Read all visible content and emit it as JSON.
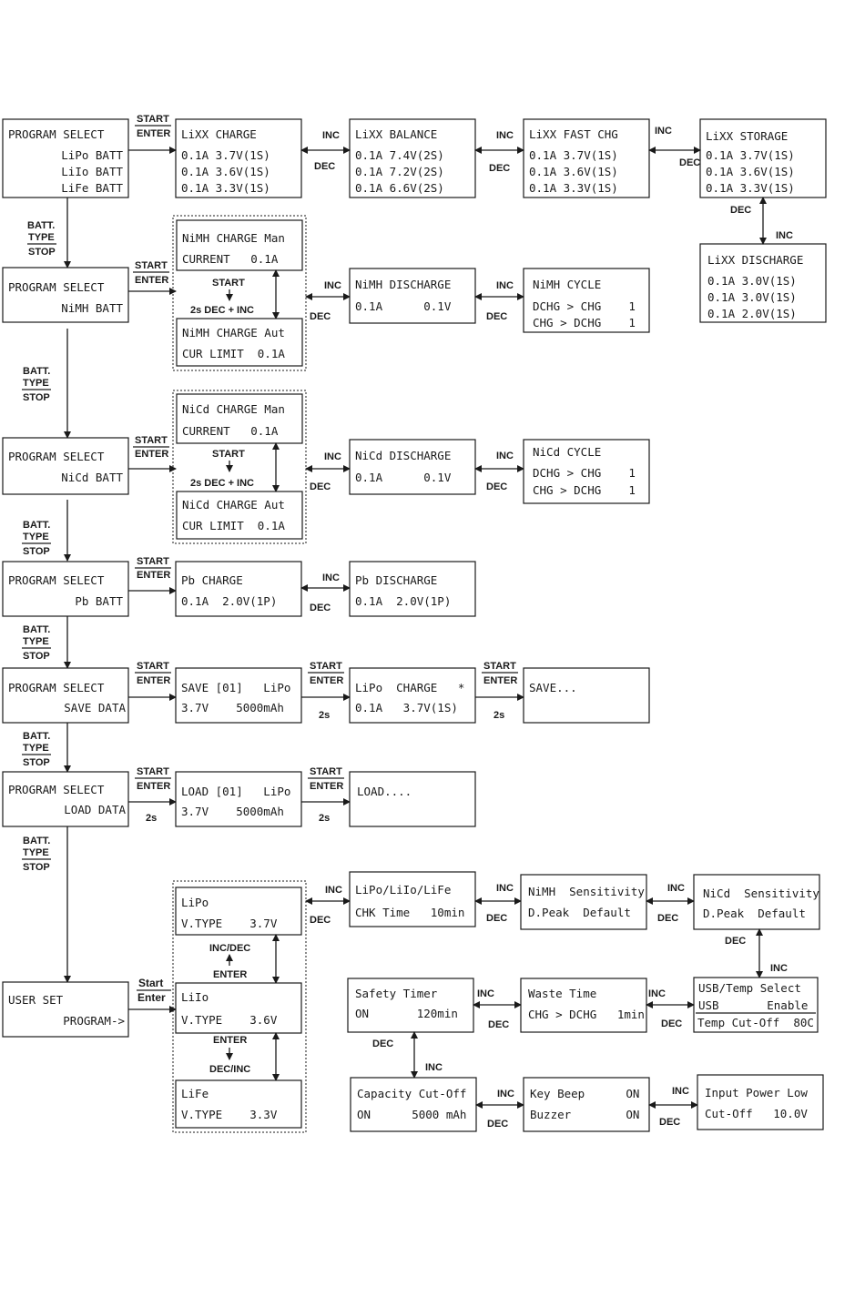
{
  "labels": {
    "start": "START",
    "enter": "ENTER",
    "inc": "INC",
    "dec": "DEC",
    "two_s": "2s",
    "batt": "BATT.",
    "type": "TYPE",
    "stop": "STOP",
    "dec_inc_2s": "2s DEC + INC",
    "start_title": "Start",
    "enter_title": "Enter",
    "inc_dec": "INC/DEC",
    "dec_inc": "DEC/INC"
  },
  "screens": {
    "ps_lixx": {
      "line1": "PROGRAM SELECT",
      "line2": "LiPo BATT",
      "line3": "LiIo BATT",
      "line4": "LiFe BATT"
    },
    "lixx_charge": {
      "line1": "LiXX CHARGE",
      "line2": "0.1A 3.7V(1S)",
      "line3": "0.1A 3.6V(1S)",
      "line4": "0.1A 3.3V(1S)"
    },
    "lixx_balance": {
      "line1": "LiXX BALANCE",
      "line2": "0.1A 7.4V(2S)",
      "line3": "0.1A 7.2V(2S)",
      "line4": "0.1A 6.6V(2S)"
    },
    "lixx_fast": {
      "line1": "LiXX FAST CHG",
      "line2": "0.1A 3.7V(1S)",
      "line3": "0.1A 3.6V(1S)",
      "line4": "0.1A 3.3V(1S)"
    },
    "lixx_storage": {
      "line1": "LiXX STORAGE",
      "line2": "0.1A 3.7V(1S)",
      "line3": "0.1A 3.6V(1S)",
      "line4": "0.1A 3.3V(1S)"
    },
    "lixx_discharge": {
      "line1": "LiXX DISCHARGE",
      "line2": "0.1A 3.0V(1S)",
      "line3": "0.1A 3.0V(1S)",
      "line4": "0.1A 2.0V(1S)"
    },
    "ps_nimh": {
      "line1": "PROGRAM SELECT",
      "line2": "NiMH BATT"
    },
    "nimh_charge_man": {
      "line1": "NiMH CHARGE Man",
      "line2": "CURRENT   0.1A"
    },
    "nimh_charge_aut": {
      "line1": "NiMH CHARGE Aut",
      "line2": "CUR LIMIT  0.1A"
    },
    "nimh_discharge": {
      "line1": "NiMH DISCHARGE",
      "line2": "0.1A      0.1V"
    },
    "nimh_cycle": {
      "line1": "NiMH CYCLE",
      "line2": "DCHG > CHG    1",
      "line3": "CHG > DCHG    1"
    },
    "ps_nicd": {
      "line1": "PROGRAM SELECT",
      "line2": "NiCd BATT"
    },
    "nicd_charge_man": {
      "line1": "NiCd CHARGE Man",
      "line2": "CURRENT   0.1A"
    },
    "nicd_charge_aut": {
      "line1": "NiCd CHARGE Aut",
      "line2": "CUR LIMIT  0.1A"
    },
    "nicd_discharge": {
      "line1": "NiCd DISCHARGE",
      "line2": "0.1A      0.1V"
    },
    "nicd_cycle": {
      "line1": "NiCd CYCLE",
      "line2": "DCHG > CHG    1",
      "line3": "CHG > DCHG    1"
    },
    "ps_pb": {
      "line1": "PROGRAM SELECT",
      "line2": "Pb BATT"
    },
    "pb_charge": {
      "line1": "Pb CHARGE",
      "line2": "0.1A  2.0V(1P)"
    },
    "pb_discharge": {
      "line1": "Pb DISCHARGE",
      "line2": "0.1A  2.0V(1P)"
    },
    "ps_save": {
      "line1": "PROGRAM SELECT",
      "line2": "SAVE DATA"
    },
    "save_slot": {
      "line1": "SAVE [01]   LiPo",
      "line2": "3.7V    5000mAh"
    },
    "save_lipo_charge": {
      "line1": "LiPo  CHARGE   *",
      "line2": "0.1A   3.7V(1S)"
    },
    "save_progress": {
      "line1": "SAVE..."
    },
    "ps_load": {
      "line1": "PROGRAM SELECT",
      "line2": "LOAD DATA"
    },
    "load_slot": {
      "line1": "LOAD [01]   LiPo",
      "line2": "3.7V    5000mAh"
    },
    "load_progress": {
      "line1": "LOAD...."
    },
    "user_set": {
      "line1": "USER SET",
      "line2": "PROGRAM->"
    },
    "vtype_lipo": {
      "line1": "LiPo",
      "line2": "V.TYPE    3.7V"
    },
    "vtype_liio": {
      "line1": "LiIo",
      "line2": "V.TYPE    3.6V"
    },
    "vtype_life": {
      "line1": "LiFe",
      "line2": "V.TYPE    3.3V"
    },
    "chk_time": {
      "line1": "LiPo/LiIo/LiFe",
      "line2": "CHK Time   10min"
    },
    "nimh_sens": {
      "line1": "NiMH  Sensitivity",
      "line2": "D.Peak  Default"
    },
    "nicd_sens": {
      "line1": "NiCd  Sensitivity",
      "line2": "D.Peak  Default"
    },
    "usb_temp": {
      "line1": "USB/Temp Select",
      "line2": "USB       Enable",
      "line3": "Temp Cut-Off  80C"
    },
    "waste_time": {
      "line1": "Waste Time",
      "line2": "CHG > DCHG   1min"
    },
    "safety_timer": {
      "line1": "Safety Timer",
      "line2": "ON       120min"
    },
    "capacity_cutoff": {
      "line1": "Capacity Cut-Off",
      "line2": "ON      5000 mAh"
    },
    "key_beep": {
      "line1": "Key Beep      ON",
      "line2": "Buzzer        ON"
    },
    "input_power": {
      "line1": "Input Power Low",
      "line2": "Cut-Off   10.0V"
    }
  }
}
